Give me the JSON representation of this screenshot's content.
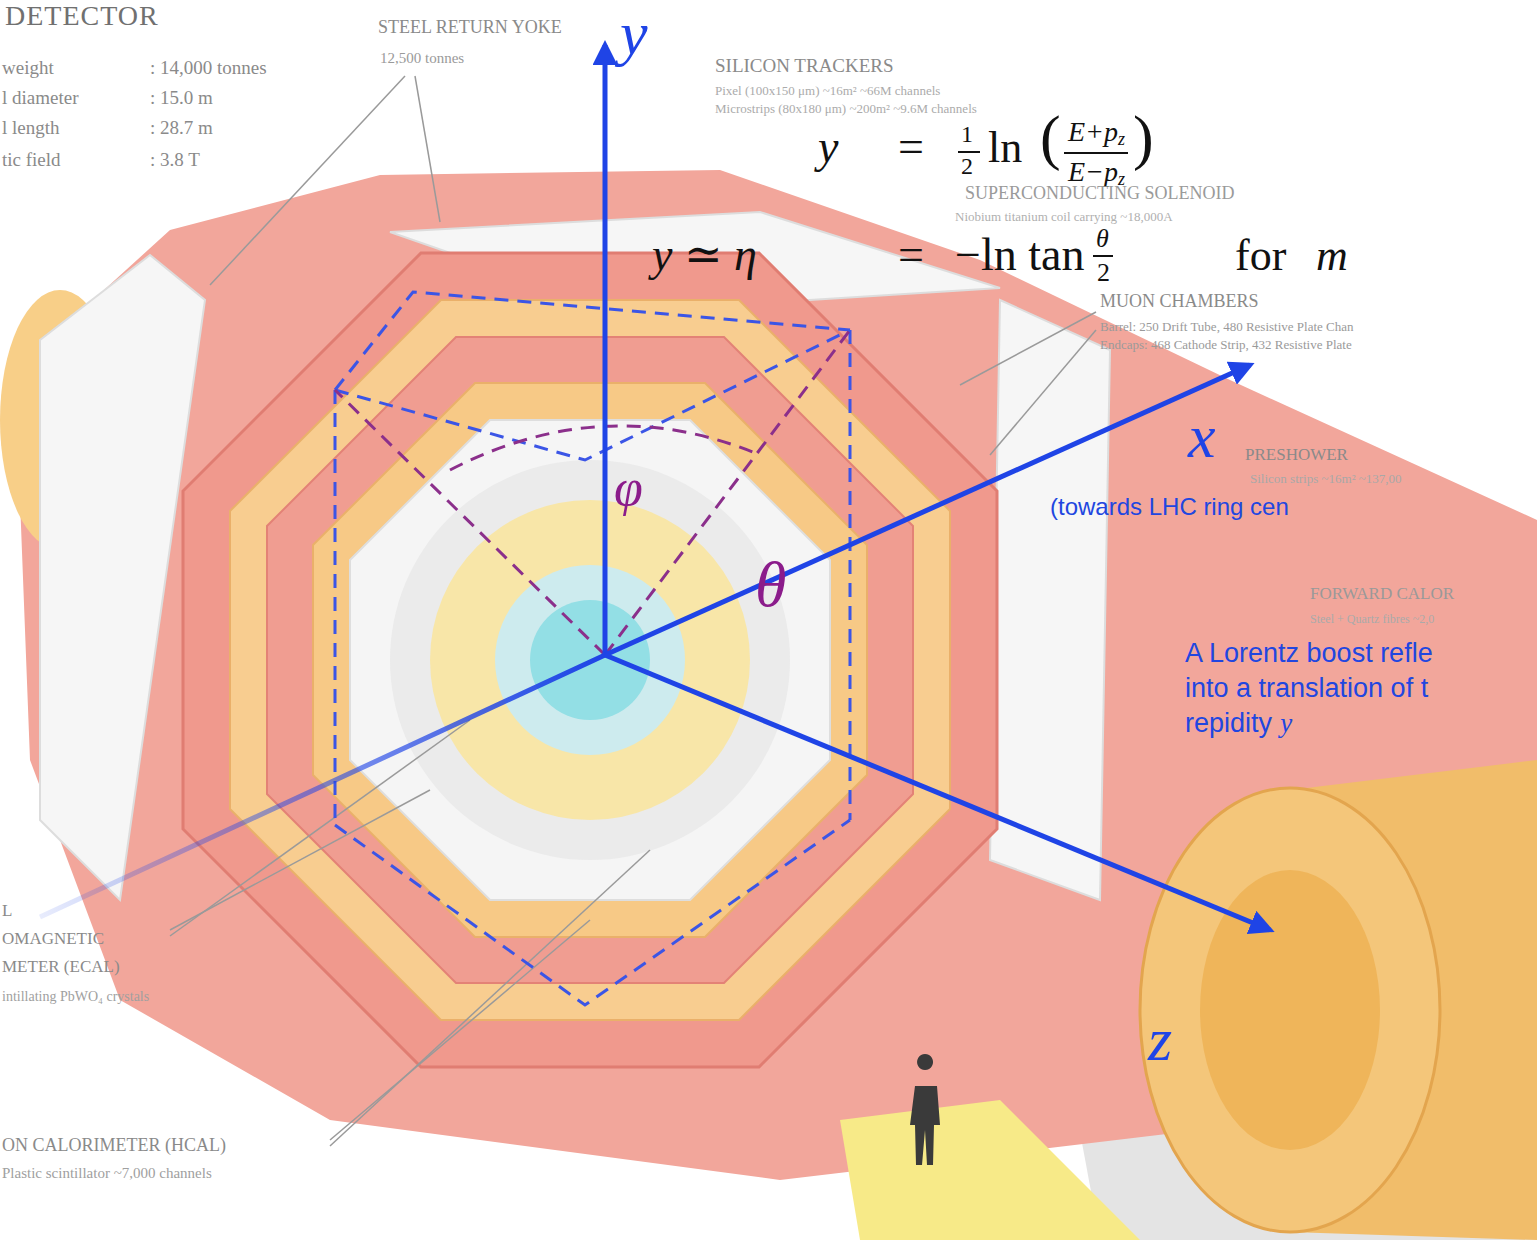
{
  "diagram": {
    "labels": [
      "DETECTOR",
      "weight",
      ": 14,000 tonnes",
      "l diameter",
      ": 15.0 m",
      "l length",
      ": 28.7 m",
      "tic field",
      ": 3.8 T",
      "STEEL RETURN YOKE",
      "12,500 tonnes",
      "y",
      "SILICON TRACKERS",
      "Pixel (100x150 μm) ~16m² ~66M channels",
      "Microstrips (80x180 μm) ~200m² ~9.6M channels",
      "y",
      "=",
      "1",
      "2",
      "ln",
      "(",
      "E+p",
      "z",
      "E−p",
      "z",
      ")",
      "SUPERCONDUCTING SOLENOID",
      "Niobium titanium coil carrying ~18,000A",
      "y ≃ η",
      "=",
      "−ln tan",
      "θ",
      "2",
      "for",
      "m",
      "MUON CHAMBERS",
      "Barrel: 250 Drift Tube, 480 Resistive Plate Chan",
      "Endcaps: 468 Cathode Strip, 432 Resistive Plate",
      "x",
      "PRESHOWER",
      "Silicon strips ~16m² ~137,00",
      "(towards LHC ring cen",
      "φ",
      "FORWARD CALOR",
      "Steel + Quartz fibres ~2,0",
      "θ",
      "A Lorentz boost refle",
      "into a translation of t",
      "repidity",
      "y",
      "L",
      "OMAGNETIC",
      "METER (ECAL)",
      "intillating PbWO₄ crystals",
      "z",
      "ON CALORIMETER (HCAL)",
      "Plastic scintillator ~7,000 channels"
    ]
  }
}
